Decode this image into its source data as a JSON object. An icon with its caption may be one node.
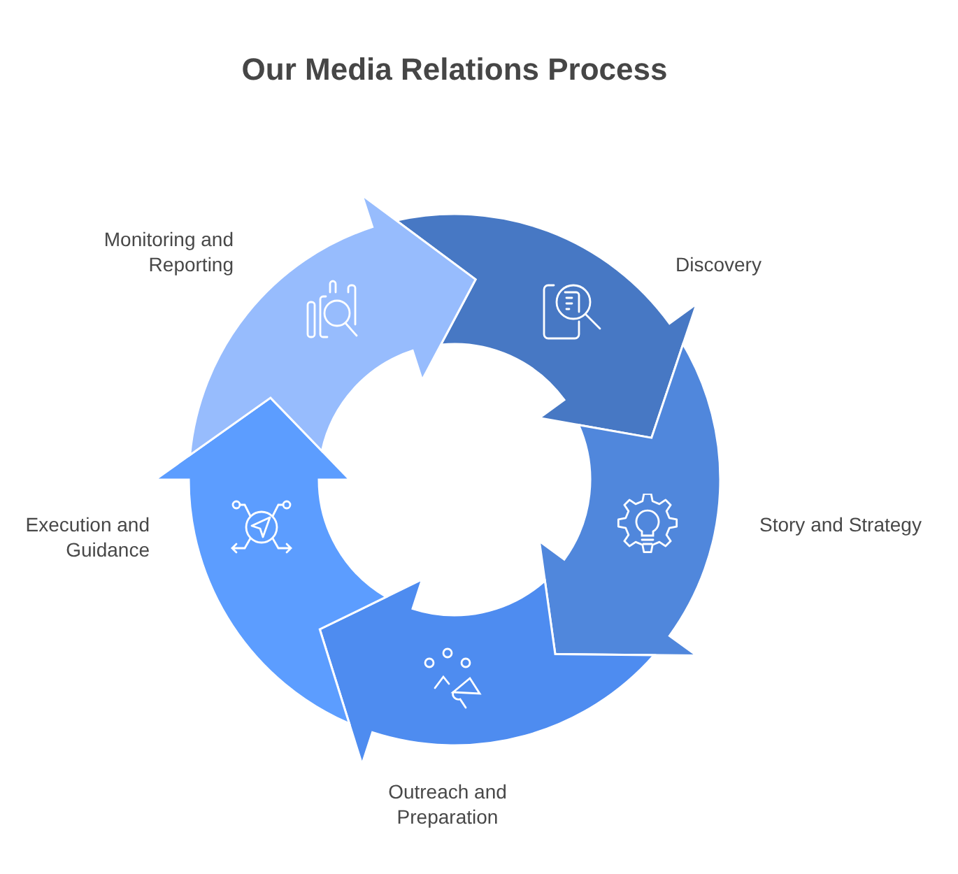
{
  "diagram": {
    "title": "Our Media Relations Process",
    "nodes": [
      {
        "text": [
          "Discovery"
        ]
      },
      {
        "text": [
          "Story and Strategy"
        ]
      },
      {
        "text": [
          "Outreach and Preparation"
        ]
      },
      {
        "text": [
          "Execution and Guidance"
        ]
      },
      {
        "text": [
          "Monitoring and Reporting"
        ]
      }
    ]
  }
}
